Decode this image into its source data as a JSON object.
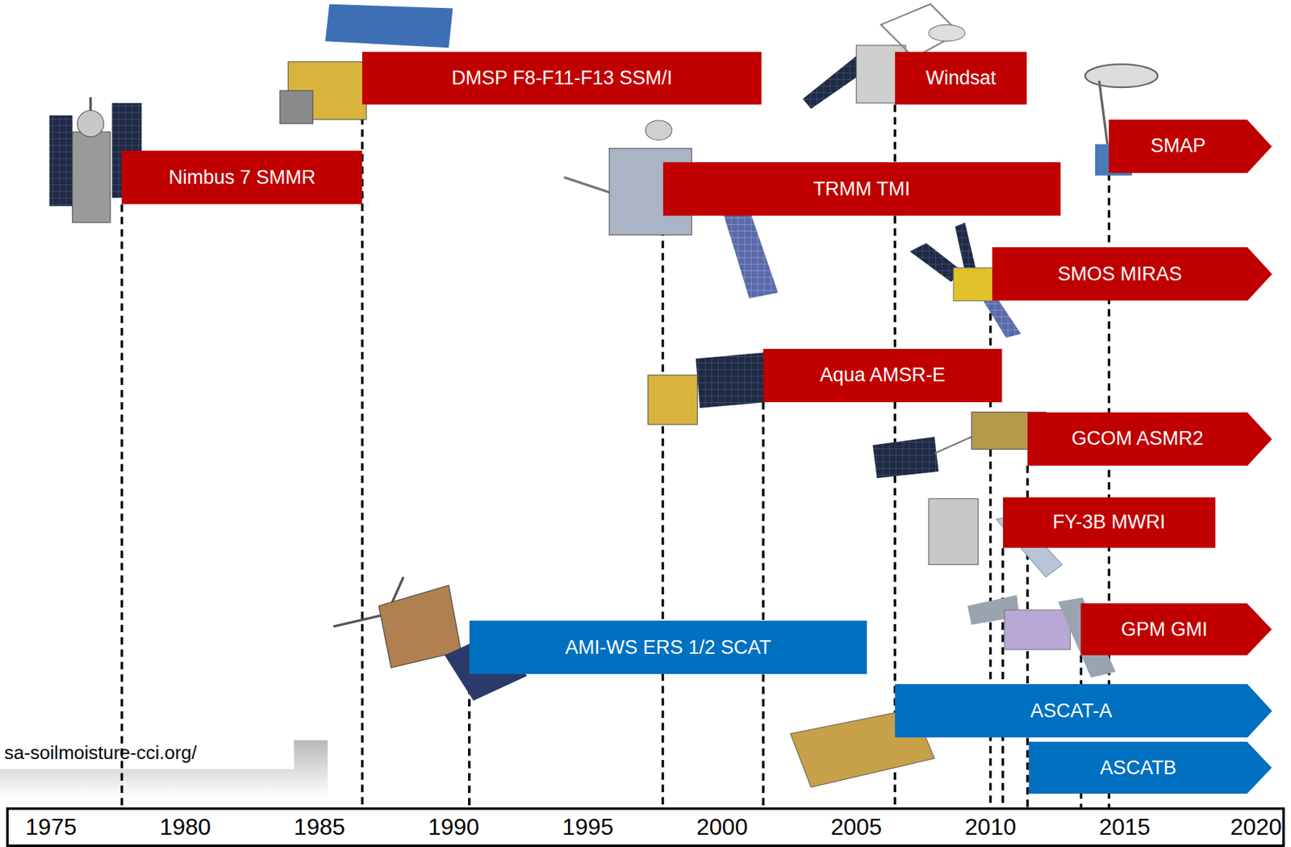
{
  "diagram": {
    "nodes": [
      {
        "text": [
          "DMSP F8-F11-F13 SSM/I"
        ]
      },
      {
        "text": [
          "Windsat"
        ]
      },
      {
        "text": [
          "SMAP"
        ]
      },
      {
        "text": [
          "Nimbus 7 SMMR"
        ]
      },
      {
        "text": [
          "TRMM TMI"
        ]
      },
      {
        "text": [
          "SMOS MIRAS"
        ]
      },
      {
        "text": [
          "Aqua AMSR-E"
        ]
      },
      {
        "text": [
          "GCOM ASMR2"
        ]
      },
      {
        "text": [
          "FY-3B MWRI"
        ]
      },
      {
        "text": [
          "GPM GMI"
        ]
      },
      {
        "text": [
          "AMI-WS ERS 1/2 SCAT"
        ]
      },
      {
        "text": [
          "ASCAT-A"
        ]
      },
      {
        "text": [
          "ASCATB"
        ]
      }
    ],
    "labels": [
      "sa-soilmoisture-cci.org/",
      "1975",
      "1980",
      "1985",
      "1990",
      "1995",
      "2000",
      "2005",
      "2010",
      "2015",
      "2020"
    ]
  }
}
